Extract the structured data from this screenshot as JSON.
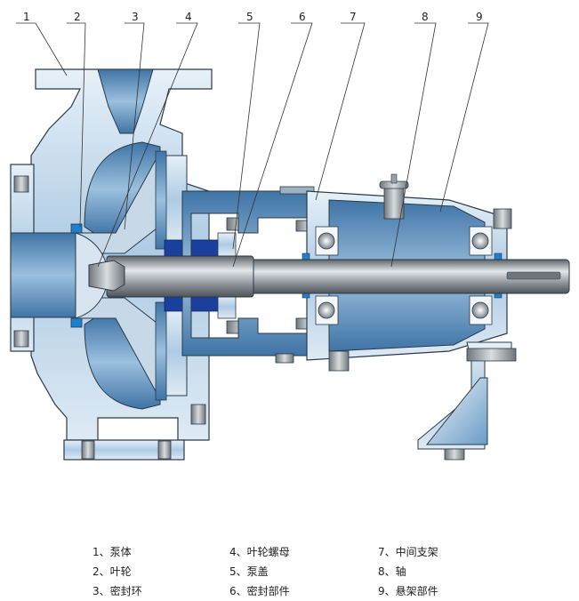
{
  "parts": [
    {
      "num": "1",
      "legend": "1、泵体"
    },
    {
      "num": "2",
      "legend": "2、叶轮"
    },
    {
      "num": "3",
      "legend": "3、密封环"
    },
    {
      "num": "4",
      "legend": "4、叶轮螺母"
    },
    {
      "num": "5",
      "legend": "5、泵盖"
    },
    {
      "num": "6",
      "legend": "6、密封部件"
    },
    {
      "num": "7",
      "legend": "7、中间支架"
    },
    {
      "num": "8",
      "legend": "8、轴"
    },
    {
      "num": "9",
      "legend": "9、悬架部件"
    }
  ],
  "colors": {
    "casing": "#b9d3e8",
    "casing_dark": "#5f8fb8",
    "shaft": "#8f959a",
    "seal_blue": "#1b3f9c",
    "outline": "#2a3a48"
  }
}
